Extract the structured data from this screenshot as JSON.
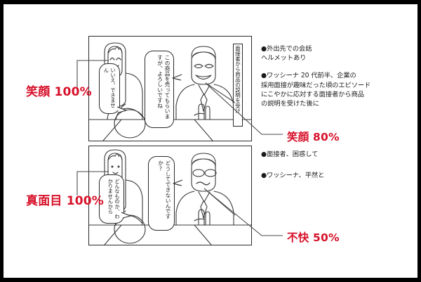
{
  "document": {
    "type": "manga-annotation-diagram",
    "border_color": "#000000",
    "page_background": "#ffffff"
  },
  "panels": [
    {
      "id": "panel-top",
      "vertical_caption": "面接者から商品の説明を受け",
      "balloons": [
        {
          "id": "balloon-woman-top",
          "text": "いいえ、できません",
          "speaker": "woman"
        },
        {
          "id": "balloon-man-top",
          "text": "この商品を売ってもらいますが、よろしいですね",
          "speaker": "interviewer"
        }
      ]
    },
    {
      "id": "panel-bottom",
      "balloons": [
        {
          "id": "balloon-woman-bottom",
          "text": "どんなものか、わかりませんから",
          "speaker": "woman"
        },
        {
          "id": "balloon-man-bottom",
          "text": "どうしてできないんですか?",
          "speaker": "interviewer"
        }
      ]
    }
  ],
  "notes": {
    "top": [
      {
        "bullet": "●",
        "lines": [
          "外出先での会話",
          "ヘルメットあり"
        ]
      },
      {
        "bullet": "●",
        "lines": [
          "ワッシーナ 20 代前半、企業の",
          "採用面接が趣味だった頃のエピソード",
          "にこやかに応対する面接者から商品",
          "の説明を受けた後に"
        ]
      }
    ],
    "bottom": [
      {
        "bullet": "●",
        "lines": [
          "面接者、困惑して"
        ]
      },
      {
        "bullet": "●",
        "lines": [
          "ワッシーナ、平然と"
        ]
      }
    ]
  },
  "callouts": {
    "color": "#d7112a",
    "items": [
      {
        "id": "label-smile-100",
        "label": "笑顔 100%",
        "target": "woman-face-top",
        "side": "left"
      },
      {
        "id": "label-smile-80",
        "label": "笑顔 80%",
        "target": "interviewer-face-top",
        "side": "right"
      },
      {
        "id": "label-serious-100",
        "label": "真面目 100%",
        "target": "woman-face-bottom",
        "side": "left"
      },
      {
        "id": "label-unpleasant-50",
        "label": "不快 50%",
        "target": "interviewer-face-bottom",
        "side": "right"
      }
    ]
  }
}
